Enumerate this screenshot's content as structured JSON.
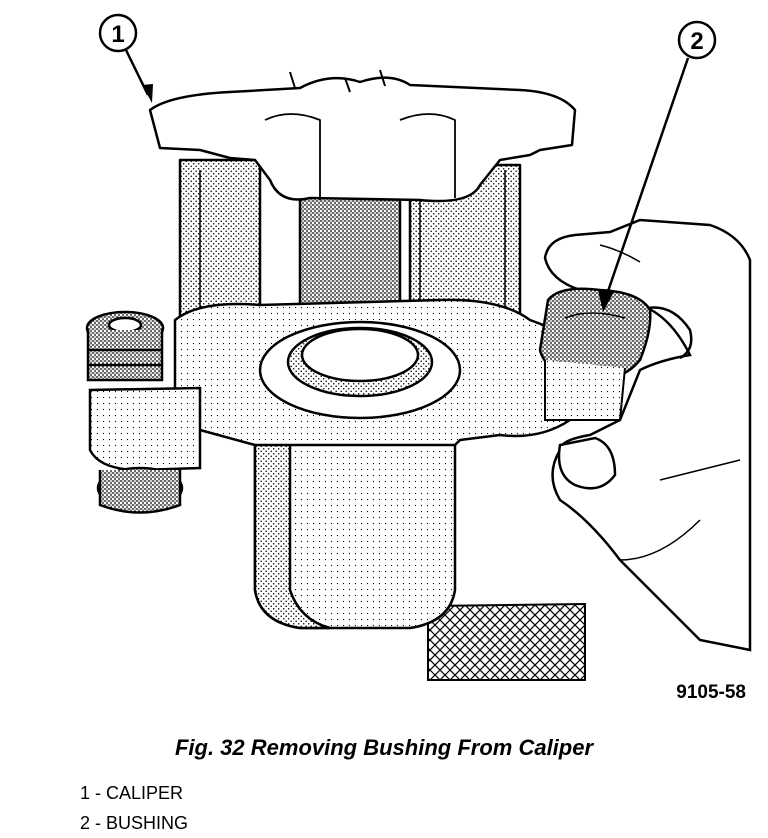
{
  "figure": {
    "code": "9105-58",
    "caption": "Fig. 32 Removing Bushing From Caliper"
  },
  "callouts": [
    {
      "num": "1"
    },
    {
      "num": "2"
    }
  ],
  "legend": [
    {
      "label": "1 - CALIPER"
    },
    {
      "label": "2 - BUSHING"
    }
  ]
}
